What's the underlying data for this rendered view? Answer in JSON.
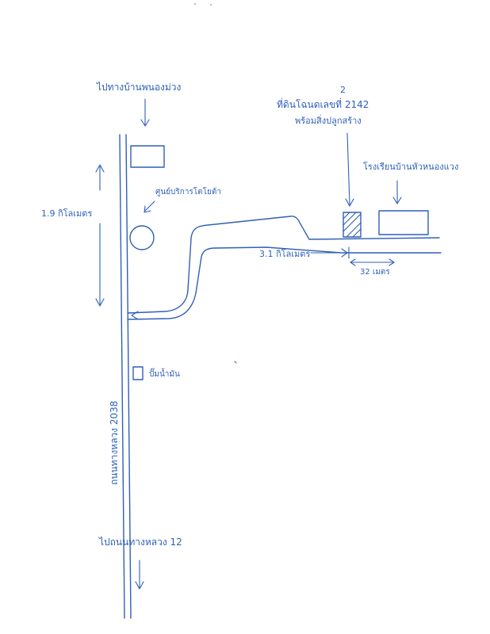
{
  "labels": {
    "top_left_destination": "ไปทางบ้านพนองม่วง",
    "hospital_label": "ศูนย์บริการโตโยต้า",
    "distance_left_vertical": "1.9 กิโลเมตร",
    "destination_number": "2",
    "destination_name": "ที่ดินโฉนดเลขที่ 2142",
    "destination_detail": "พร้อมสิ่งปลูกสร้าง",
    "right_building_label": "โรงเรียนบ้านหัวหนองแวง",
    "distance_horizontal": "3.1 กิโลเมตร",
    "distance_small": "32 เมตร",
    "gas_station_label": "ปั๊มน้ำมัน",
    "road_vertical_label": "ถนนทางหลวง 2038",
    "bottom_destination": "ไปถนนทางหลวง 12"
  },
  "colors": {
    "ink": "#2f5fb8",
    "paper": "#ffffff"
  },
  "icons": {
    "arrow_down": "arrow-down-icon",
    "double_arrow": "double-arrow-icon",
    "building_box": "building-icon"
  }
}
